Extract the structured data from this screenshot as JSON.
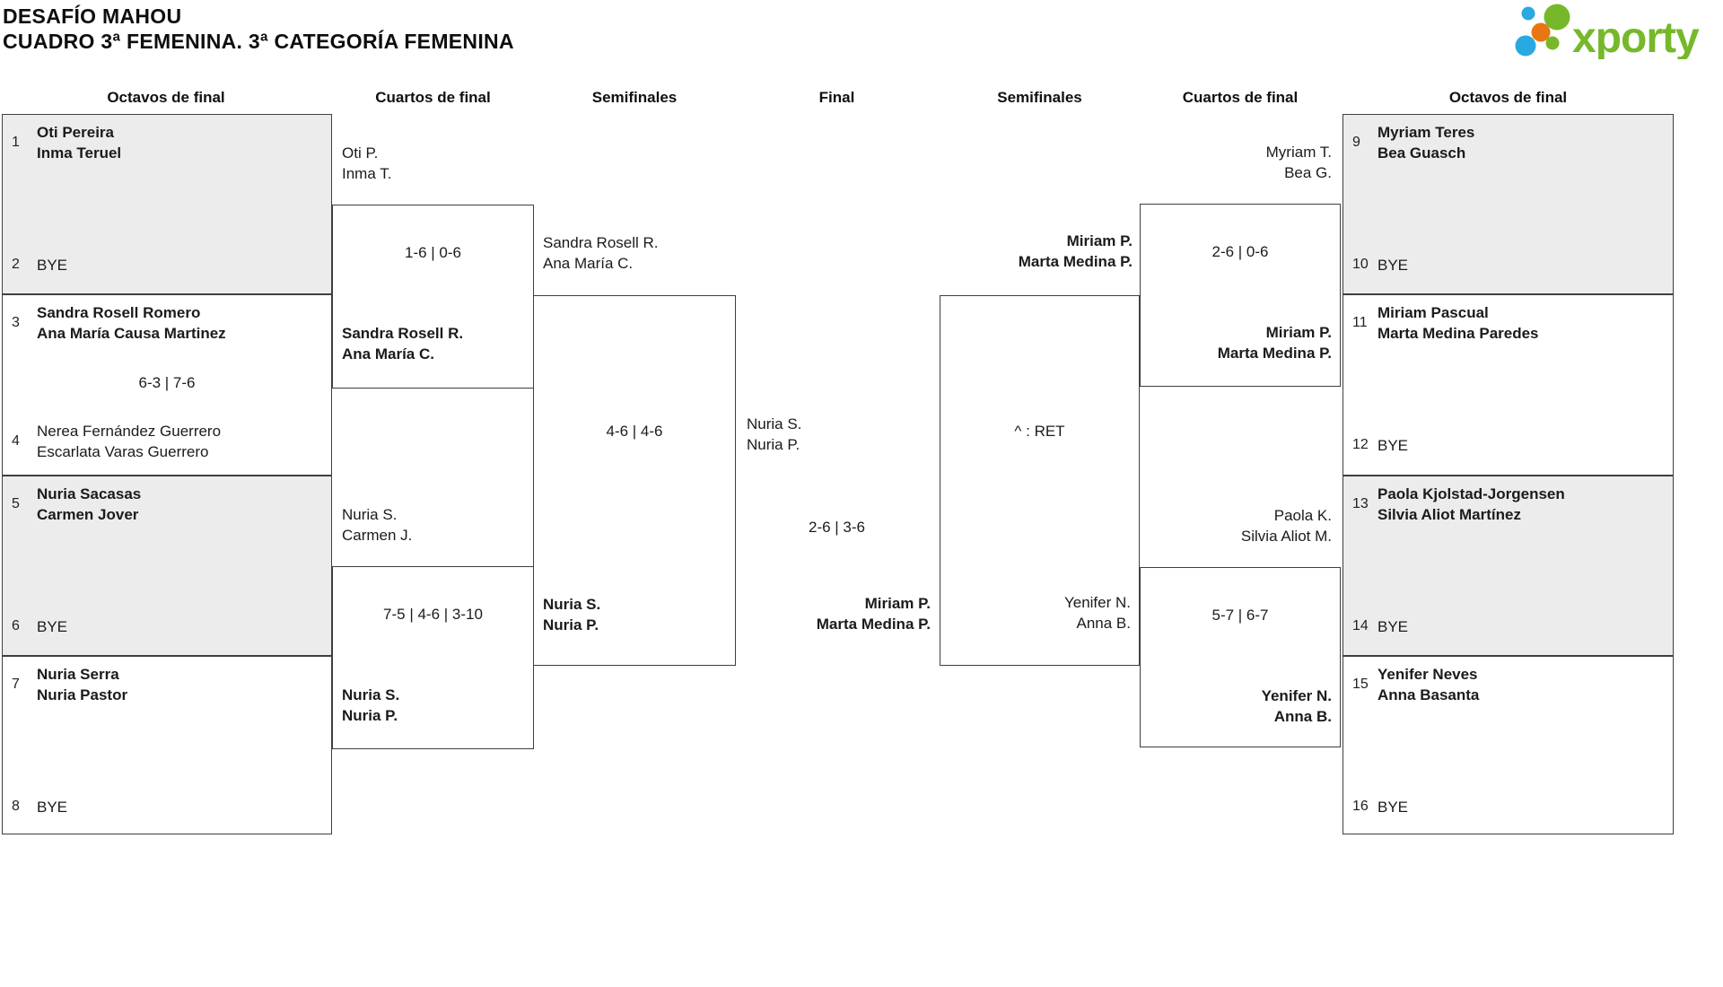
{
  "header": {
    "title_line1": "DESAFÍO MAHOU",
    "title_line2": "CUADRO 3ª FEMENINA. 3ª CATEGORÍA FEMENINA",
    "logo_text": "xporty"
  },
  "round_headers": [
    "Octavos de final",
    "Cuartos de final",
    "Semifinales",
    "Final",
    "Semifinales",
    "Cuartos de final",
    "Octavos de final"
  ],
  "colors": {
    "logo_green": "#76b82a",
    "logo_blue": "#29a9e1",
    "logo_orange": "#e87711",
    "box_shaded": "#ececec",
    "box_border": "#3f3f3f",
    "text": "#1b1b1b"
  },
  "bracket": {
    "octavos_left": [
      {
        "seed_top": "1",
        "team_top": [
          "Oti Pereira",
          "Inma Teruel"
        ],
        "top_bold": true,
        "score": "",
        "seed_bottom": "2",
        "team_bottom": [
          "BYE"
        ],
        "bottom_bold": false
      },
      {
        "seed_top": "3",
        "team_top": [
          "Sandra Rosell Romero",
          "Ana María Causa Martinez"
        ],
        "top_bold": true,
        "score": "6-3 | 7-6",
        "seed_bottom": "4",
        "team_bottom": [
          "Nerea Fernández Guerrero",
          "Escarlata Varas Guerrero"
        ],
        "bottom_bold": false
      },
      {
        "seed_top": "5",
        "team_top": [
          "Nuria Sacasas",
          "Carmen Jover"
        ],
        "top_bold": true,
        "score": "",
        "seed_bottom": "6",
        "team_bottom": [
          "BYE"
        ],
        "bottom_bold": false
      },
      {
        "seed_top": "7",
        "team_top": [
          "Nuria Serra",
          "Nuria Pastor"
        ],
        "top_bold": true,
        "score": "",
        "seed_bottom": "8",
        "team_bottom": [
          "BYE"
        ],
        "bottom_bold": false
      }
    ],
    "octavos_right": [
      {
        "seed_top": "9",
        "team_top": [
          "Myriam Teres",
          "Bea Guasch"
        ],
        "top_bold": true,
        "score": "",
        "seed_bottom": "10",
        "team_bottom": [
          "BYE"
        ],
        "bottom_bold": false
      },
      {
        "seed_top": "11",
        "team_top": [
          "Miriam Pascual",
          "Marta Medina Paredes"
        ],
        "top_bold": true,
        "score": "",
        "seed_bottom": "12",
        "team_bottom": [
          "BYE"
        ],
        "bottom_bold": false
      },
      {
        "seed_top": "13",
        "team_top": [
          "Paola Kjolstad-Jorgensen",
          "Silvia Aliot Martínez"
        ],
        "top_bold": true,
        "score": "",
        "seed_bottom": "14",
        "team_bottom": [
          "BYE"
        ],
        "bottom_bold": false
      },
      {
        "seed_top": "15",
        "team_top": [
          "Yenifer Neves",
          "Anna Basanta"
        ],
        "top_bold": true,
        "score": "",
        "seed_bottom": "16",
        "team_bottom": [
          "BYE"
        ],
        "bottom_bold": false
      }
    ],
    "cuartos_left": [
      {
        "top": [
          "Oti P.",
          "Inma T."
        ],
        "score": "1-6 | 0-6",
        "bottom": [
          "Sandra Rosell R.",
          "Ana María C."
        ],
        "winner": "bottom"
      },
      {
        "top": [
          "Nuria S.",
          "Carmen J."
        ],
        "score": "7-5 | 4-6 | 3-10",
        "bottom": [
          "Nuria S.",
          "Nuria P."
        ],
        "winner": "bottom"
      }
    ],
    "semifinal_left": {
      "top": [
        "Sandra Rosell R.",
        "Ana María C."
      ],
      "score": "4-6 | 4-6",
      "bottom": [
        "Nuria S.",
        "Nuria P."
      ],
      "winner": "bottom"
    },
    "final": {
      "top": [
        "Nuria S.",
        "Nuria P."
      ],
      "score": "2-6 | 3-6",
      "bottom": [
        "Miriam P.",
        "Marta Medina P."
      ],
      "winner": "bottom"
    },
    "semifinal_right": {
      "top": [
        "Miriam P.",
        "Marta Medina P."
      ],
      "score": "^ : RET",
      "bottom": [
        "Yenifer N.",
        "Anna B."
      ],
      "winner": "top"
    },
    "cuartos_right": [
      {
        "top": [
          "Myriam T.",
          "Bea G."
        ],
        "score": "2-6 | 0-6",
        "bottom": [
          "Miriam P.",
          "Marta Medina P."
        ],
        "winner": "bottom"
      },
      {
        "top": [
          "Paola K.",
          "Silvia Aliot M."
        ],
        "score": "5-7 | 6-7",
        "bottom": [
          "Yenifer N.",
          "Anna B."
        ],
        "winner": "bottom"
      }
    ]
  }
}
